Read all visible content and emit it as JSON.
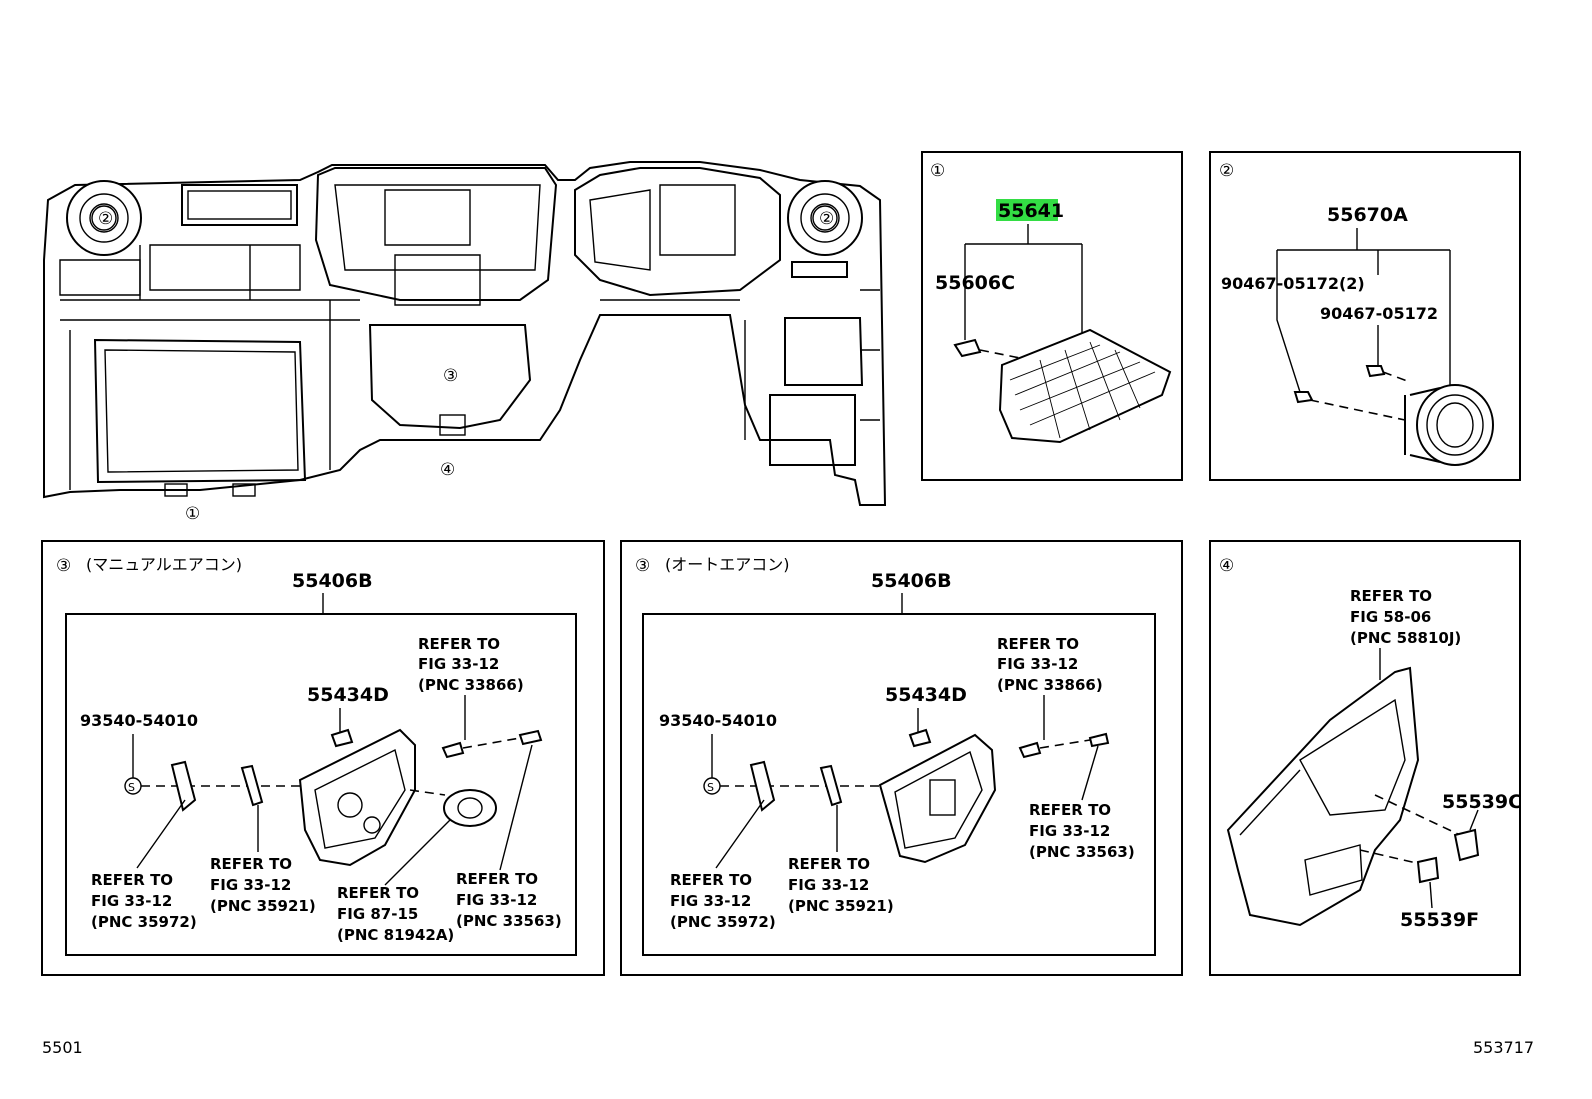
{
  "main_diagram": {
    "callouts": [
      "①",
      "②",
      "②",
      "③",
      "④"
    ]
  },
  "panel_1": {
    "marker": "①",
    "part_highlighted": "55641",
    "part_clip": "55606C"
  },
  "panel_2": {
    "marker": "②",
    "part_main": "55670A",
    "screw_a": "90467-05172(2)",
    "screw_b": "90467-05172"
  },
  "panel_3a": {
    "marker": "③",
    "variant": "(マニュアルエアコン)",
    "part_panel": "55406B",
    "part_clip": "55434D",
    "part_screw": "93540-54010",
    "screw_symbol": "S",
    "ref_33866": [
      "REFER TO",
      "FIG 33-12",
      "(PNC 33866)"
    ],
    "ref_35972": [
      "REFER TO",
      "FIG 33-12",
      "(PNC 35972)"
    ],
    "ref_35921": [
      "REFER TO",
      "FIG 33-12",
      "(PNC 35921)"
    ],
    "ref_81942A": [
      "REFER TO",
      "FIG 87-15",
      "(PNC 81942A)"
    ],
    "ref_33563": [
      "REFER TO",
      "FIG 33-12",
      "(PNC 33563)"
    ]
  },
  "panel_3b": {
    "marker": "③",
    "variant": "(オートエアコン)",
    "part_panel": "55406B",
    "part_clip": "55434D",
    "part_screw": "93540-54010",
    "screw_symbol": "S",
    "ref_33866": [
      "REFER TO",
      "FIG 33-12",
      "(PNC 33866)"
    ],
    "ref_33563": [
      "REFER TO",
      "FIG 33-12",
      "(PNC 33563)"
    ],
    "ref_35972": [
      "REFER TO",
      "FIG 33-12",
      "(PNC 35972)"
    ],
    "ref_35921": [
      "REFER TO",
      "FIG 33-12",
      "(PNC 35921)"
    ]
  },
  "panel_4": {
    "marker": "④",
    "ref_58810J": [
      "REFER TO",
      "FIG 58-06",
      "(PNC 58810J)"
    ],
    "part_c": "55539C",
    "part_f": "55539F"
  },
  "footer": {
    "left_code": "5501",
    "right_code": "553717"
  },
  "colors": {
    "highlight": "#33dd44",
    "line": "#000000",
    "background": "#ffffff"
  }
}
